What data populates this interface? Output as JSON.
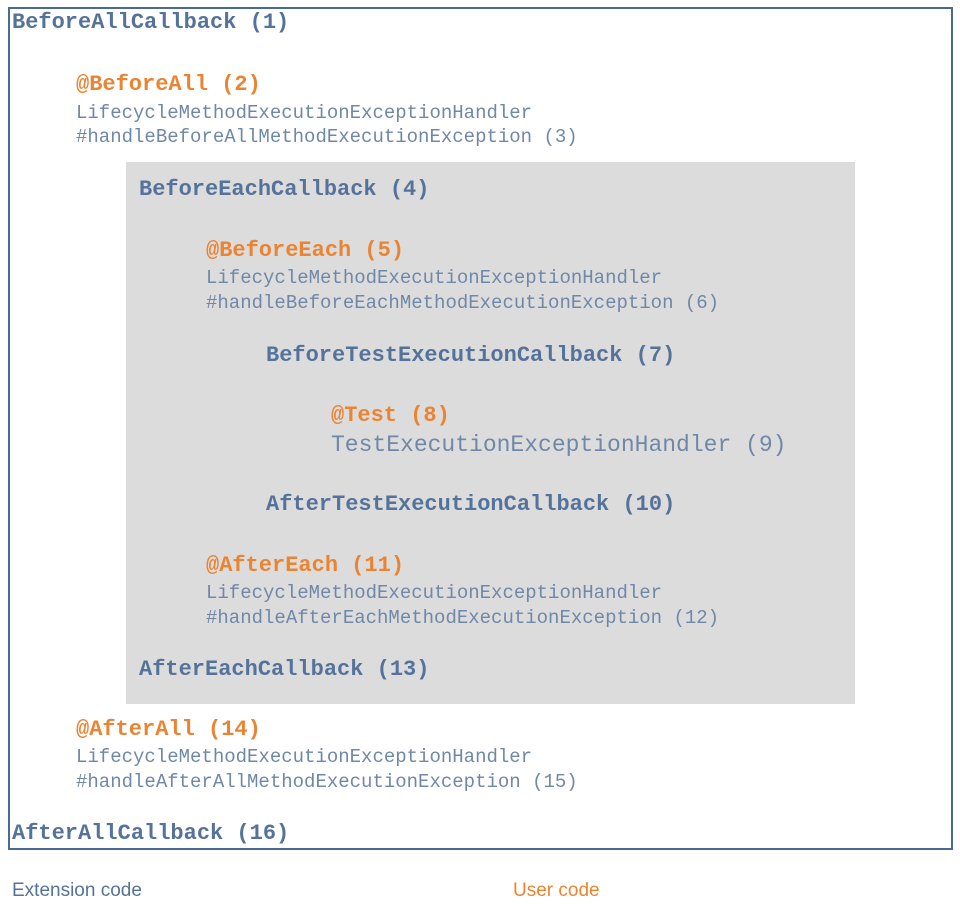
{
  "colors": {
    "extension": "#55739a",
    "user": "#ea8433",
    "handler": "#7088a8",
    "border": "#4a6a92",
    "inner_background": "#dcdcdc"
  },
  "outer": {
    "before_all_callback": "BeforeAllCallback (1)",
    "before_all": "@BeforeAll (2)",
    "before_all_handler_line1": "LifecycleMethodExecutionExceptionHandler",
    "before_all_handler_line2": "#handleBeforeAllMethodExecutionException (3)",
    "after_all": "@AfterAll (14)",
    "after_all_handler_line1": "LifecycleMethodExecutionExceptionHandler",
    "after_all_handler_line2": "#handleAfterAllMethodExecutionException (15)",
    "after_all_callback": "AfterAllCallback (16)"
  },
  "inner": {
    "before_each_callback": "BeforeEachCallback (4)",
    "before_each": "@BeforeEach (5)",
    "before_each_handler_line1": "LifecycleMethodExecutionExceptionHandler",
    "before_each_handler_line2": "#handleBeforeEachMethodExecutionException (6)",
    "before_test_execution_callback": "BeforeTestExecutionCallback (7)",
    "test": "@Test (8)",
    "test_execution_handler": "TestExecutionExceptionHandler (9)",
    "after_test_execution_callback": "AfterTestExecutionCallback (10)",
    "after_each": "@AfterEach (11)",
    "after_each_handler_line1": "LifecycleMethodExecutionExceptionHandler",
    "after_each_handler_line2": "#handleAfterEachMethodExecutionException (12)",
    "after_each_callback": "AfterEachCallback (13)"
  },
  "legend": {
    "extension_code": "Extension code",
    "user_code": "User code"
  }
}
